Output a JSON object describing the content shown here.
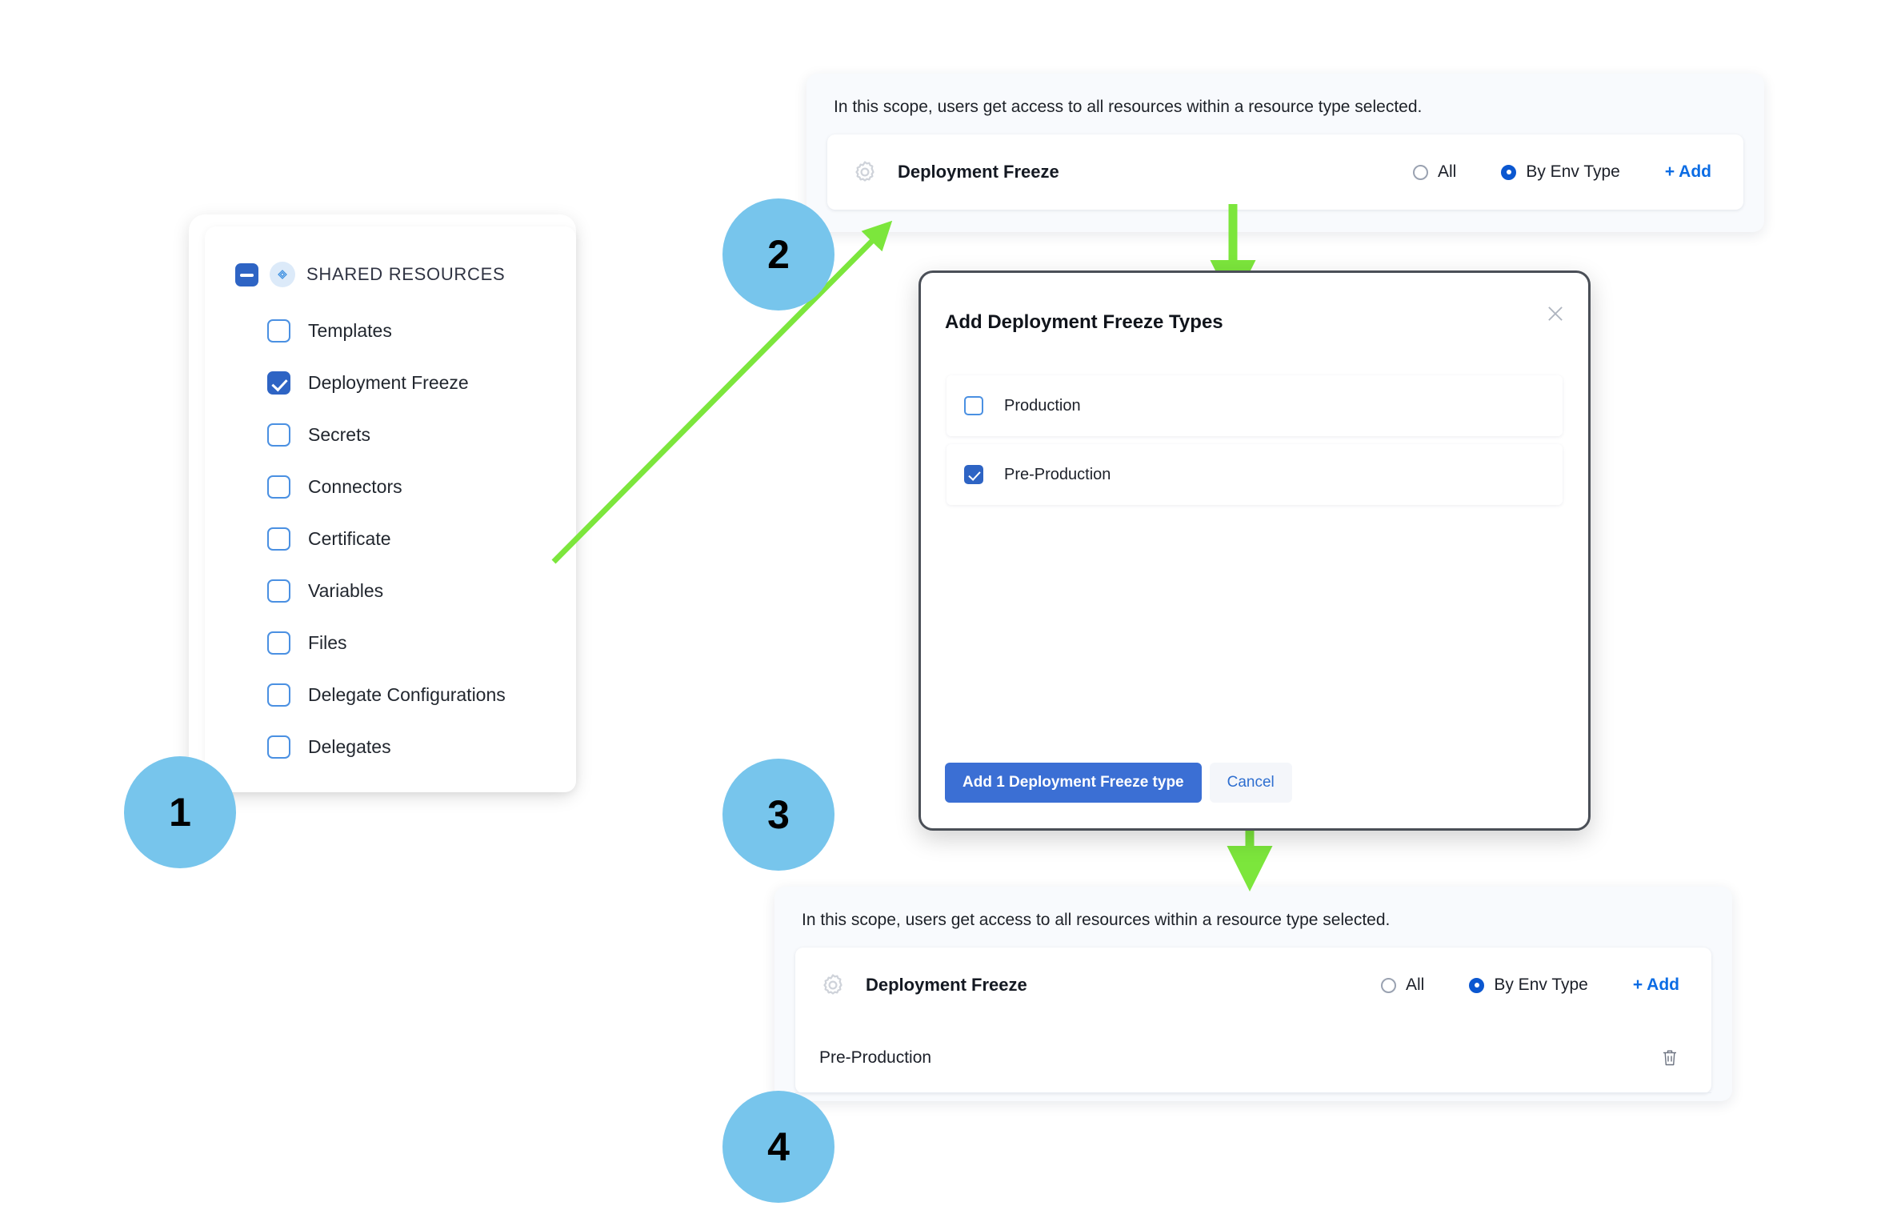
{
  "tree": {
    "header_label": "SHARED RESOURCES",
    "header_checkbox_state": "indeterminate",
    "header_icon": "resources-diamond-icon",
    "items": [
      {
        "label": "Templates",
        "checked": false
      },
      {
        "label": "Deployment Freeze",
        "checked": true
      },
      {
        "label": "Secrets",
        "checked": false
      },
      {
        "label": "Connectors",
        "checked": false
      },
      {
        "label": "Certificate",
        "checked": false
      },
      {
        "label": "Variables",
        "checked": false
      },
      {
        "label": "Files",
        "checked": false
      },
      {
        "label": "Delegate Configurations",
        "checked": false
      },
      {
        "label": "Delegates",
        "checked": false
      }
    ]
  },
  "scope_top": {
    "note": "In this scope, users get access to all resources within a resource type selected.",
    "resource_name": "Deployment Freeze",
    "radio_all_label": "All",
    "radio_env_label": "By Env Type",
    "radio_selected": "By Env Type",
    "add_label": "+ Add"
  },
  "scope_bottom": {
    "note": "In this scope, users get access to all resources within a resource type selected.",
    "resource_name": "Deployment Freeze",
    "radio_all_label": "All",
    "radio_env_label": "By Env Type",
    "radio_selected": "By Env Type",
    "add_label": "+ Add",
    "selected_rows": [
      {
        "label": "Pre-Production"
      }
    ]
  },
  "modal": {
    "title": "Add Deployment Freeze Types",
    "close_icon": "close-icon",
    "options": [
      {
        "label": "Production",
        "checked": false
      },
      {
        "label": "Pre-Production",
        "checked": true
      }
    ],
    "primary_button": "Add 1 Deployment Freeze type",
    "secondary_button": "Cancel"
  },
  "steps": [
    {
      "number": "1"
    },
    {
      "number": "2"
    },
    {
      "number": "3"
    },
    {
      "number": "4"
    }
  ],
  "colors": {
    "step_circle": "#77C5EC",
    "arrow_green": "#7CE63C",
    "accent_blue": "#2e64c4",
    "link_blue": "#0b6ce4",
    "panel_bg": "#f8fafd",
    "modal_border": "#4a4f57"
  }
}
